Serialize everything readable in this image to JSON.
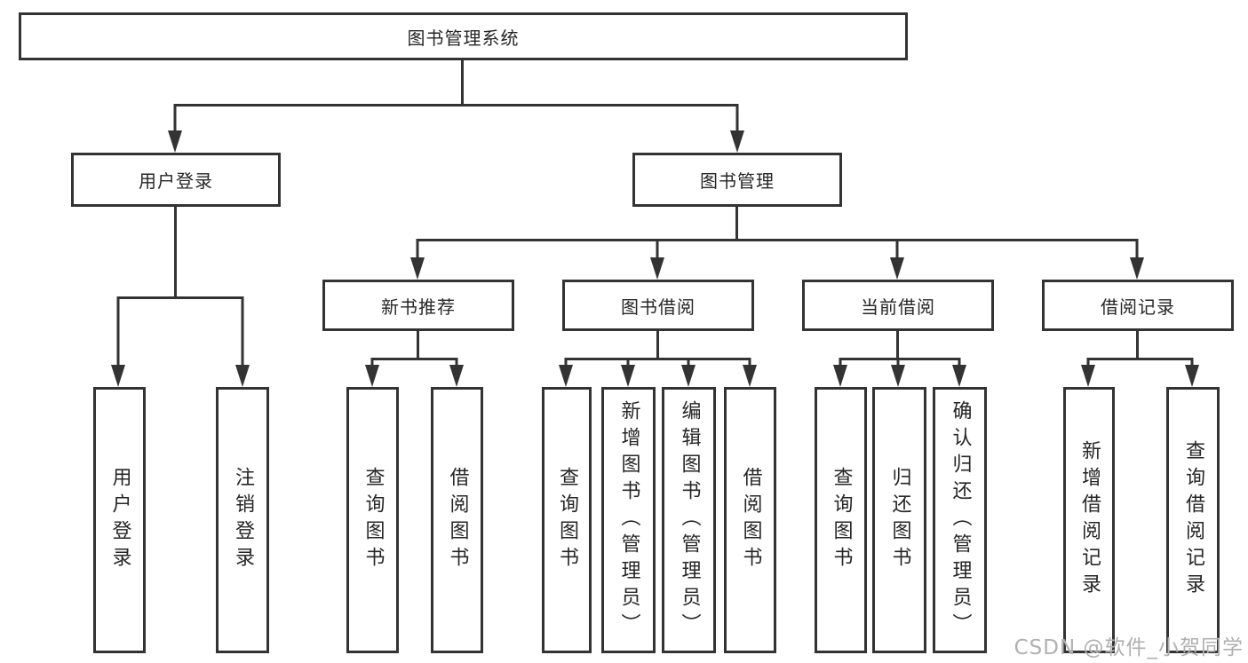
{
  "root": {
    "label": "图书管理系统"
  },
  "level1": [
    {
      "label": "用户登录"
    },
    {
      "label": "图书管理"
    }
  ],
  "level2": [
    {
      "label": "新书推荐"
    },
    {
      "label": "图书借阅"
    },
    {
      "label": "当前借阅"
    },
    {
      "label": "借阅记录"
    }
  ],
  "leaves": {
    "user_login": [
      {
        "label": "用户登录"
      },
      {
        "label": "注销登录"
      }
    ],
    "new_book_recommend": [
      {
        "label": "查询图书"
      },
      {
        "label": "借阅图书"
      }
    ],
    "book_borrow": [
      {
        "label": "查询图书"
      },
      {
        "label": "新增图书（管理员）"
      },
      {
        "label": "编辑图书（管理员）"
      },
      {
        "label": "借阅图书"
      }
    ],
    "current_borrow": [
      {
        "label": "查询图书"
      },
      {
        "label": "归还图书"
      },
      {
        "label": "确认归还（管理员）"
      }
    ],
    "borrow_records": [
      {
        "label": "新增借阅记录"
      },
      {
        "label": "查询借阅记录"
      }
    ]
  },
  "watermark": "CSDN @软件_小贺同学",
  "colors": {
    "line": "#333333",
    "text": "#262626",
    "watermark": "#b0b0b0",
    "background": "#ffffff"
  }
}
